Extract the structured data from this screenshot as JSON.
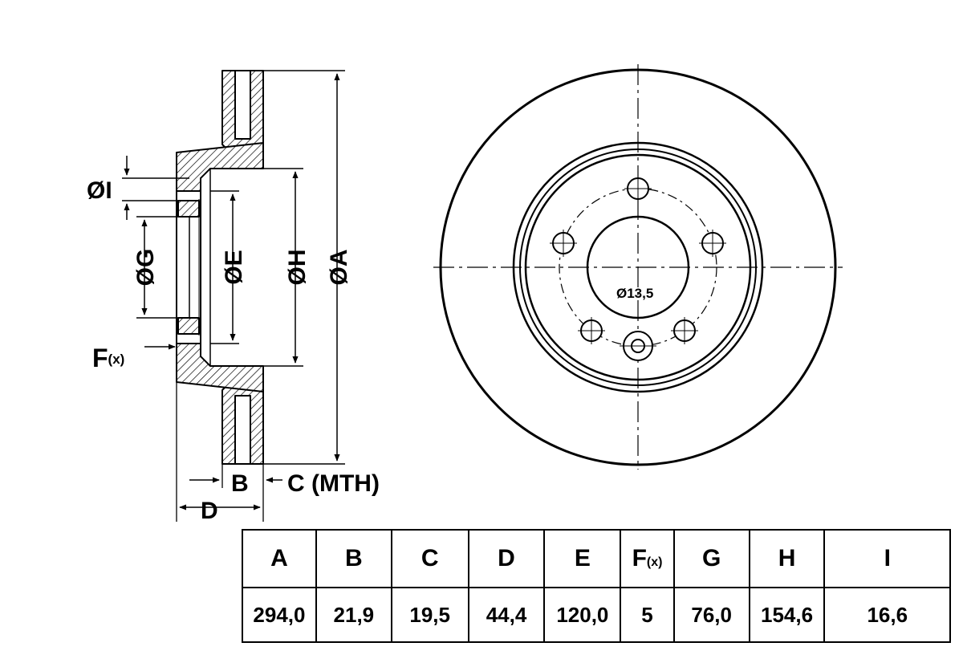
{
  "labels": {
    "dim_A": "ØA",
    "dim_E": "ØE",
    "dim_H": "ØH",
    "dim_G": "ØG",
    "dim_I": "ØI",
    "dim_F": "F",
    "dim_F_sub": "(x)",
    "dim_B": "B",
    "dim_C": "C (MTH)",
    "dim_D": "D",
    "bolt_hole_dia": "Ø13,5"
  },
  "table": {
    "headers": [
      {
        "main": "A",
        "sub": ""
      },
      {
        "main": "B",
        "sub": ""
      },
      {
        "main": "C",
        "sub": ""
      },
      {
        "main": "D",
        "sub": ""
      },
      {
        "main": "E",
        "sub": ""
      },
      {
        "main": "F",
        "sub": "(x)"
      },
      {
        "main": "G",
        "sub": ""
      },
      {
        "main": "H",
        "sub": ""
      },
      {
        "main": "I",
        "sub": ""
      }
    ],
    "values": [
      "294,0",
      "21,9",
      "19,5",
      "44,4",
      "120,0",
      "5",
      "76,0",
      "154,6",
      "16,6"
    ]
  }
}
